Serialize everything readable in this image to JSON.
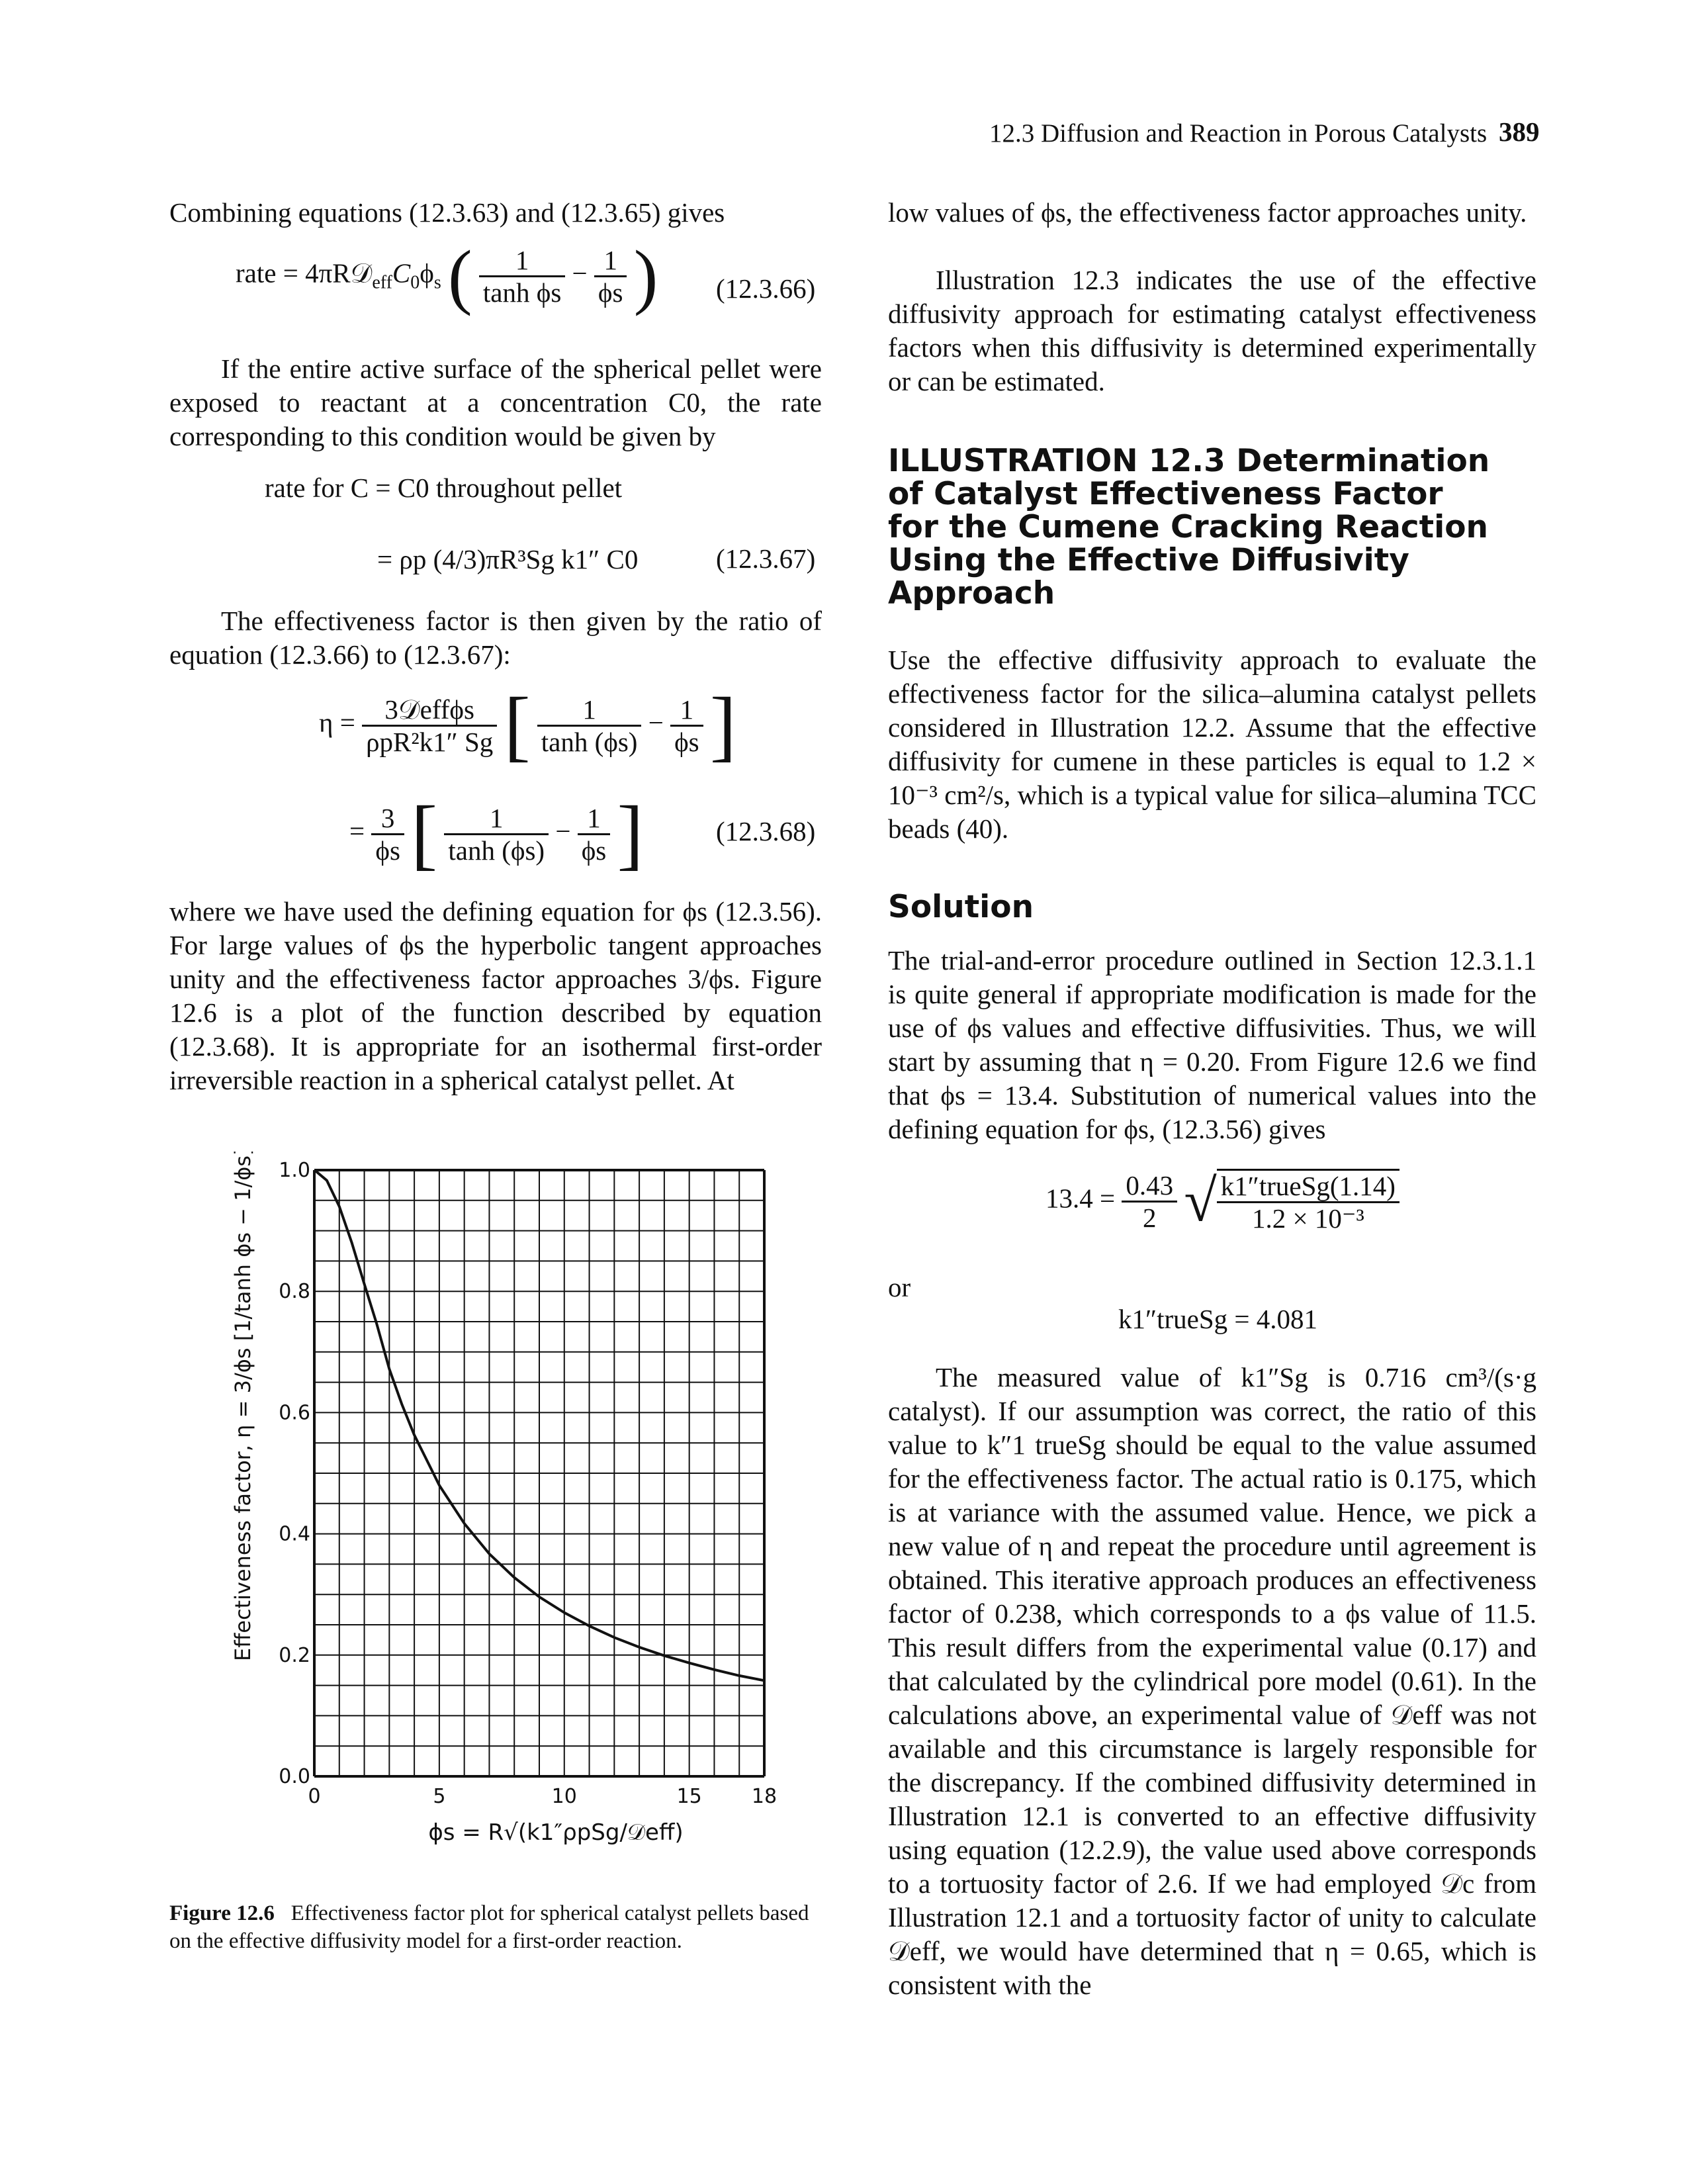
{
  "header": {
    "running_title": "12.3 Diffusion and Reaction in Porous Catalysts",
    "page_number": "389"
  },
  "left": {
    "intro": "Combining equations (12.3.63) and (12.3.65) gives",
    "eq66": {
      "lhs": "rate = 4πR𝒟",
      "eff_sub": "eff",
      "mid": "C",
      "zero_sub": "0",
      "phi": "ϕ",
      "s_sub": "s",
      "num1": "1",
      "den1": "tanh ϕs",
      "minus": "−",
      "num2": "1",
      "den2": "ϕs",
      "number": "(12.3.66)"
    },
    "para2": "If the entire active surface of the spherical pellet were exposed to reactant at a concentration C0, the rate corresponding to this condition would be given by",
    "eq67_line1": "rate for C = C0 throughout pellet",
    "eq67_line2": "= ρp (4/3)πR³Sg k1″ C0",
    "eq67_number": "(12.3.67)",
    "para3": "The effectiveness factor is then given by the ratio of equation (12.3.66) to (12.3.67):",
    "eq68": {
      "eta": "η =",
      "num_a": "3𝒟effϕs",
      "den_a": "ρpR²k1″ Sg",
      "inner_num1": "1",
      "inner_den1": "tanh (ϕs)",
      "inner_minus": "−",
      "inner_num2": "1",
      "inner_den2": "ϕs",
      "eq": "=",
      "num_b": "3",
      "den_b": "ϕs",
      "number": "(12.3.68)"
    },
    "para4": "where we have used the defining equation for ϕs (12.3.56). For large values of ϕs the hyperbolic tangent approaches unity and the effectiveness factor approaches 3/ϕs. Figure 12.6 is a plot of the function described by equation (12.3.68). It is appropriate for an isothermal first-order irreversible reaction in a spherical catalyst pellet. At",
    "figure_caption_label": "Figure 12.6",
    "figure_caption_text": "Effectiveness factor plot for spherical catalyst pellets based on the effective diffusivity model for a first-order reaction."
  },
  "right": {
    "para1": "low values of ϕs, the effectiveness factor approaches unity.",
    "para2": "Illustration 12.3 indicates the use of the effective diffusivity approach for estimating catalyst effectiveness factors when this diffusivity is determined experimentally or can be estimated.",
    "heading_lines": [
      "ILLUSTRATION 12.3 Determination",
      "of Catalyst Effectiveness Factor",
      "for the Cumene Cracking Reaction",
      "Using the Effective Diffusivity",
      "Approach"
    ],
    "problem": "Use the effective diffusivity approach to evaluate the effectiveness factor for the silica–alumina catalyst pellets considered in Illustration 12.2. Assume that the effective diffusivity for cumene in these particles is equal to 1.2 × 10⁻³ cm²/s, which is a typical value for silica–alumina TCC beads (40).",
    "solution_heading": "Solution",
    "solution_para": "The trial-and-error procedure outlined in Section 12.3.1.1 is quite general if appropriate modification is made for the use of ϕs values and effective diffusivities. Thus, we will start by assuming that η = 0.20. From Figure 12.6 we find that ϕs = 13.4. Substitution of numerical values into the defining equation for ϕs, (12.3.56) gives",
    "sqrt_eq": {
      "lhs": "13.4 =",
      "num": "0.43",
      "den": "2",
      "rad_num": "k1″trueSg(1.14)",
      "rad_den": "1.2 × 10⁻³"
    },
    "or": "or",
    "result_eq": "k1″trueSg = 4.081",
    "final_para": "The measured value of k1″Sg is 0.716 cm³/(s·g catalyst). If our assumption was correct, the ratio of this value to k″1 trueSg should be equal to the value assumed for the effectiveness factor. The actual ratio is 0.175, which is at variance with the assumed value. Hence, we pick a new value of η and repeat the procedure until agreement is obtained. This iterative approach produces an effectiveness factor of 0.238, which corresponds to a ϕs value of 11.5. This result differs from the experimental value (0.17) and that calculated by the cylindrical pore model (0.61). In the calculations above, an experimental value of 𝒟eff was not available and this circumstance is largely responsible for the discrepancy. If the combined diffusivity determined in Illustration 12.1 is converted to an effective diffusivity using equation (12.2.9), the value used above corresponds to a tortuosity factor of 2.6. If we had employed 𝒟c from Illustration 12.1 and a tortuosity factor of unity to calculate 𝒟eff, we would have determined that η = 0.65, which is consistent with the"
  },
  "chart_data": {
    "type": "line",
    "title": "",
    "xlabel": "ϕs = R√(k1″ρpSg/𝒟eff)",
    "ylabel": "Effectiveness factor, η = 3/ϕs [1/tanh ϕs − 1/ϕs]",
    "xlim": [
      0,
      18
    ],
    "ylim": [
      0,
      1.0
    ],
    "x_ticks": [
      "0",
      "5",
      "10",
      "15",
      "18"
    ],
    "y_ticks": [
      "0.0",
      "0.2",
      "0.4",
      "0.6",
      "0.8",
      "1.0"
    ],
    "grid": true,
    "series": [
      {
        "x": [
          0.01,
          0.5,
          1,
          1.5,
          2,
          2.5,
          3,
          3.5,
          4,
          5,
          6,
          7,
          8,
          9,
          10,
          11,
          12,
          13,
          14,
          15,
          16,
          17,
          18
        ],
        "y": [
          1.0,
          0.983,
          0.94,
          0.88,
          0.812,
          0.746,
          0.672,
          0.614,
          0.563,
          0.48,
          0.417,
          0.367,
          0.328,
          0.296,
          0.27,
          0.248,
          0.229,
          0.213,
          0.199,
          0.187,
          0.176,
          0.166,
          0.158
        ]
      }
    ]
  }
}
